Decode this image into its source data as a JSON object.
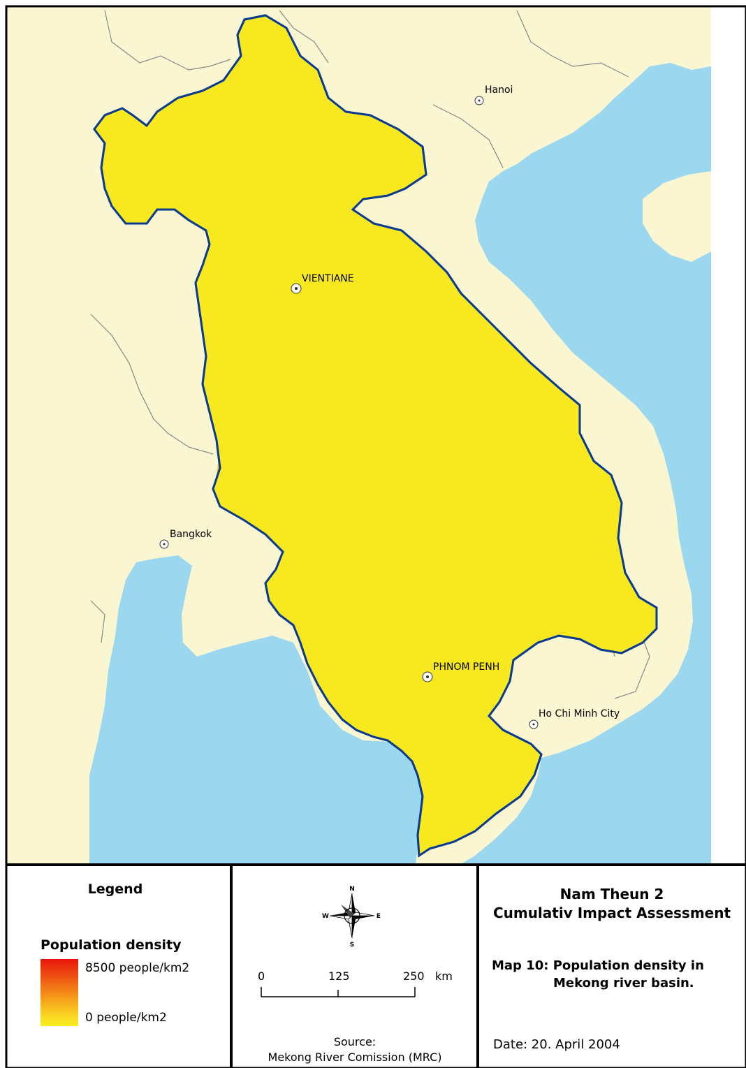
{
  "map": {
    "cities": [
      {
        "name": "Hanoi"
      },
      {
        "name": "VIENTIANE"
      },
      {
        "name": "Bangkok"
      },
      {
        "name": "PHNOM PENH"
      },
      {
        "name": "Ho Chi Minh City"
      }
    ],
    "colors": {
      "sea": "#9bd8f0",
      "land": "#fbf6d2",
      "basin_low": "#f7ee1e",
      "basin_mid": "#f4a71a",
      "basin_high": "#e8150a",
      "basin_border": "#0b3b8c"
    }
  },
  "legend": {
    "title": "Legend",
    "subtitle": "Population density",
    "max_label": "8500 people/km2",
    "min_label": "0 people/km2"
  },
  "compass": {
    "n": "N",
    "s": "S",
    "e": "E",
    "w": "W"
  },
  "scale": {
    "ticks": [
      "0",
      "125",
      "250"
    ],
    "unit": "km"
  },
  "source": {
    "line1": "Source:",
    "line2": "Mekong River Comission (MRC)"
  },
  "titles": {
    "line1": "Nam Theun 2",
    "line2": "Cumulativ Impact Assessment",
    "map_line1": "Map 10: Population density in",
    "map_line2": "Mekong river basin.",
    "date": "Date: 20. April 2004"
  }
}
